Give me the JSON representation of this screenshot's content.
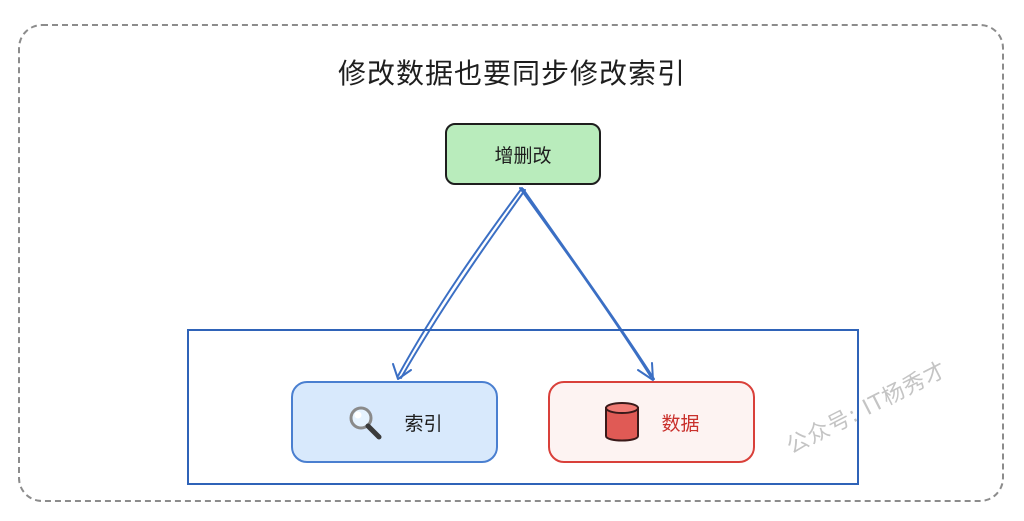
{
  "diagram": {
    "title": "修改数据也要同步修改索引",
    "source_node": {
      "label": "增删改",
      "fill": "#b9ecbc",
      "stroke": "#1e1e1e"
    },
    "target_nodes": [
      {
        "label": "索引",
        "icon": "magnifier-icon",
        "fill": "#d8e9fc",
        "stroke": "#4a7fd0"
      },
      {
        "label": "数据",
        "icon": "database-icon",
        "fill": "#fdf3f2",
        "stroke": "#d9403a"
      }
    ],
    "edges": [
      {
        "from": "增删改",
        "to": "索引"
      },
      {
        "from": "增删改",
        "to": "数据"
      }
    ],
    "arrow_color": "#3b6fc4",
    "group_border_color": "#2f63b8",
    "watermark": "公众号: IT杨秀才"
  }
}
